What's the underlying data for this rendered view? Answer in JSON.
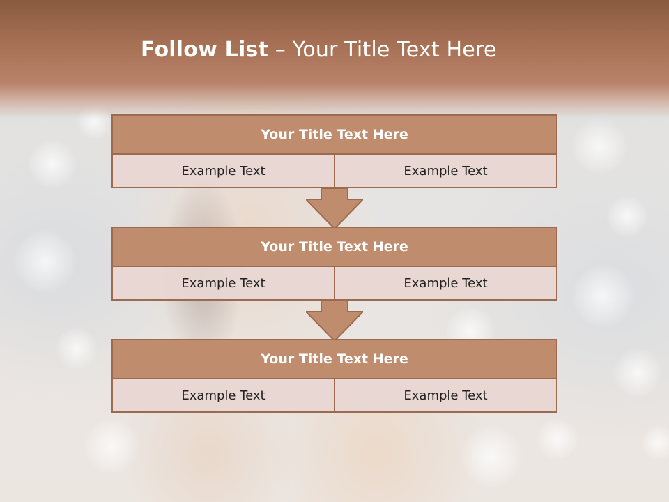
{
  "slide": {
    "title_strong": "Follow List",
    "title_dash": " – ",
    "title_rest": "Your Title Text Here"
  },
  "blocks": [
    {
      "title": "Your Title Text Here",
      "left": "Example Text",
      "right": "Example Text"
    },
    {
      "title": "Your Title Text Here",
      "left": "Example Text",
      "right": "Example Text"
    },
    {
      "title": "Your Title Text Here",
      "left": "Example Text",
      "right": "Example Text"
    }
  ],
  "colors": {
    "header_brown": "#a56f53",
    "block_title_fill": "#c08c6e",
    "block_border": "#9c6a4f",
    "cell_fill": "#e8d6d2",
    "arrow_fill": "#c08c6e"
  },
  "icons": [
    "arrow-down-icon",
    "arrow-down-icon"
  ]
}
